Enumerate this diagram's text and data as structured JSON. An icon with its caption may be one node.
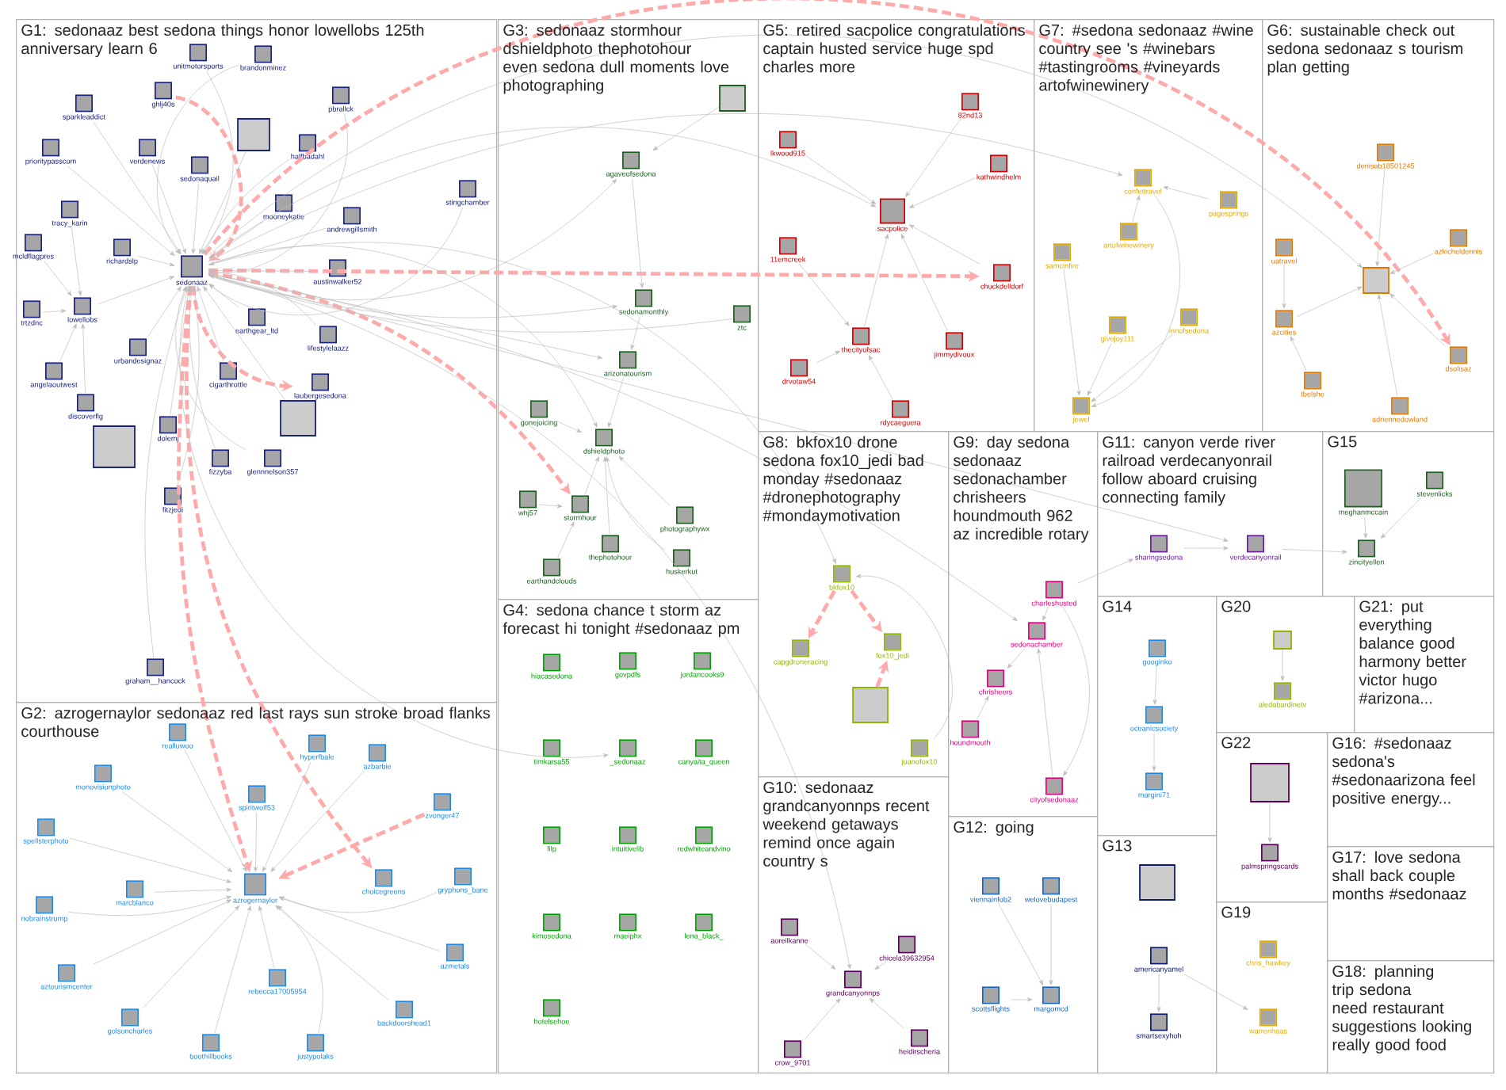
{
  "diagram": {
    "nodes": [
      {
        "text": [
          "G1: sedonaaz best sedona things honor lowellobs 125th anniversary learn 6"
        ]
      },
      {
        "text": [
          "unitmotorsports"
        ],
        "in": 0
      },
      {
        "text": [
          "brandonminez"
        ],
        "in": 0
      },
      {
        "text": [
          "ghlj40s"
        ],
        "in": 0
      },
      {
        "text": [
          "sparkleaddict"
        ],
        "in": 0
      },
      {
        "text": [
          "pbrallck"
        ],
        "in": 0
      },
      {
        "text": [],
        "shape": "box",
        "in": 0
      },
      {
        "text": [
          "halfbadahl"
        ],
        "in": 0
      },
      {
        "text": [
          "prioritypasscom"
        ],
        "in": 0
      },
      {
        "text": [
          "verdenews"
        ],
        "in": 0
      },
      {
        "text": [
          "sedonaquail"
        ],
        "in": 0
      },
      {
        "text": [
          "mooneykatie"
        ],
        "in": 0
      },
      {
        "text": [
          "andrewgillsmith"
        ],
        "in": 0
      },
      {
        "text": [
          "stingchamber"
        ],
        "in": 0
      },
      {
        "text": [
          "tracy_karin"
        ],
        "in": 0
      },
      {
        "text": [
          "mcldflagpres"
        ],
        "in": 0
      },
      {
        "text": [
          "richardslp"
        ],
        "in": 0
      },
      {
        "text": [
          "sedonaaz"
        ],
        "in": 0
      },
      {
        "text": [
          "austinwalker52"
        ],
        "in": 0
      },
      {
        "text": [
          "earthgear_ltd"
        ],
        "in": 0
      },
      {
        "text": [
          "trtzdnc"
        ],
        "in": 0
      },
      {
        "text": [
          "lowellobs"
        ],
        "in": 0
      },
      {
        "text": [
          "lifestylelaazz"
        ],
        "in": 0
      },
      {
        "text": [
          "urbandesignaz"
        ],
        "in": 0
      },
      {
        "text": [
          "angelaoutwest"
        ],
        "in": 0
      },
      {
        "text": [
          "cigarthrottle"
        ],
        "in": 0
      },
      {
        "text": [
          "laubergesedona"
        ],
        "in": 0
      },
      {
        "text": [
          "discoverflg"
        ],
        "in": 0
      },
      {
        "text": [],
        "shape": "box",
        "in": 0
      },
      {
        "text": [
          "dolemj"
        ],
        "in": 0
      },
      {
        "text": [],
        "shape": "box",
        "in": 0
      },
      {
        "text": [
          "fizzyba"
        ],
        "in": 0
      },
      {
        "text": [
          "glennnelson357"
        ],
        "in": 0
      },
      {
        "text": [
          "fitzjedi"
        ],
        "in": 0
      },
      {
        "text": [
          "graham__hancock"
        ],
        "in": 0
      },
      {
        "text": [
          "G2: azrogernaylor sedonaaz red last rays sun stroke broad flanks courthouse"
        ]
      },
      {
        "text": [
          "realluwoo"
        ],
        "in": 35
      },
      {
        "text": [
          "hyperfbale"
        ],
        "in": 35
      },
      {
        "text": [
          "monovisionphoto"
        ],
        "in": 35
      },
      {
        "text": [
          "spiritwolf53"
        ],
        "in": 35
      },
      {
        "text": [
          "azbarbie"
        ],
        "in": 35
      },
      {
        "text": [
          "zvonger47"
        ],
        "in": 35
      },
      {
        "text": [
          "spellsterphoto"
        ],
        "in": 35
      },
      {
        "text": [
          "choicegreens"
        ],
        "in": 35
      },
      {
        "text": [
          "gryphons_bane"
        ],
        "in": 35
      },
      {
        "text": [
          "marcblanco"
        ],
        "in": 35
      },
      {
        "text": [
          "azrogernaylor"
        ],
        "in": 35
      },
      {
        "text": [
          "nobrainstrump"
        ],
        "in": 35
      },
      {
        "text": [
          "azmetals"
        ],
        "in": 35
      },
      {
        "text": [
          "aztourismcenter"
        ],
        "in": 35
      },
      {
        "text": [
          "rebecca17005954"
        ],
        "in": 35
      },
      {
        "text": [
          "backdoorshead1"
        ],
        "in": 35
      },
      {
        "text": [
          "golsoncharles"
        ],
        "in": 35
      },
      {
        "text": [
          "boothillbooks"
        ],
        "in": 35
      },
      {
        "text": [
          "justypolaks"
        ],
        "in": 35
      },
      {
        "text": [
          "G3: sedonaaz stormhour dshieldphoto thephotohour even sedona dull moments love photographing"
        ]
      },
      {
        "text": [],
        "shape": "box",
        "in": 55
      },
      {
        "text": [
          "agaveofsedona"
        ],
        "in": 55
      },
      {
        "text": [
          "sedonamonthly"
        ],
        "in": 55
      },
      {
        "text": [
          "ztc"
        ],
        "in": 55
      },
      {
        "text": [
          "arizonatourism"
        ],
        "in": 55
      },
      {
        "text": [
          "gonejoicing"
        ],
        "in": 55
      },
      {
        "text": [
          "dshieldphoto"
        ],
        "in": 55
      },
      {
        "text": [
          "whj57"
        ],
        "in": 55
      },
      {
        "text": [
          "stormhour"
        ],
        "in": 55
      },
      {
        "text": [
          "photographywx"
        ],
        "in": 55
      },
      {
        "text": [
          "thephotohour"
        ],
        "in": 55
      },
      {
        "text": [
          "huskerkut"
        ],
        "in": 55
      },
      {
        "text": [
          "earthandclouds"
        ],
        "in": 55
      },
      {
        "text": [
          "G4: sedona chance t storm az forecast hi tonight #sedonaaz pm"
        ]
      },
      {
        "text": [
          "hiacasedona"
        ],
        "in": 69
      },
      {
        "text": [
          "govpdfs"
        ],
        "in": 69
      },
      {
        "text": [
          "jordancooks9"
        ],
        "in": 69
      },
      {
        "text": [
          "timkarsa55"
        ],
        "in": 69
      },
      {
        "text": [
          "_sedonaaz"
        ],
        "in": 69
      },
      {
        "text": [
          "canyaita_queen"
        ],
        "in": 69
      },
      {
        "text": [
          "filp"
        ],
        "in": 69
      },
      {
        "text": [
          "intuitivelib"
        ],
        "in": 69
      },
      {
        "text": [
          "redwhiteandvino"
        ],
        "in": 69
      },
      {
        "text": [
          "kimosedona"
        ],
        "in": 69
      },
      {
        "text": [
          "maeiphx"
        ],
        "in": 69
      },
      {
        "text": [
          "lena_black_"
        ],
        "in": 69
      },
      {
        "text": [
          "hotelsehoe"
        ],
        "in": 69
      },
      {
        "text": [
          "G5: retired sacpolice congratulations captain husted service huge spd charles more"
        ]
      },
      {
        "text": [
          "82nd13"
        ],
        "in": 83
      },
      {
        "text": [
          "lkwood915"
        ],
        "in": 83
      },
      {
        "text": [
          "kathwindhelm"
        ],
        "in": 83
      },
      {
        "text": [
          "sacpolice"
        ],
        "in": 83
      },
      {
        "text": [
          "11emcreek"
        ],
        "in": 83
      },
      {
        "text": [
          "thecityofsac"
        ],
        "in": 83
      },
      {
        "text": [
          "jimmydivoux"
        ],
        "in": 83
      },
      {
        "text": [
          "drvotaw54"
        ],
        "in": 83
      },
      {
        "text": [
          "rdycaeguera"
        ],
        "in": 83
      },
      {
        "text": [
          "chuckdelldorf"
        ],
        "in": 83
      },
      {
        "text": [
          "G6: sustainable check out sedona sedonaaz s tourism plan getting"
        ]
      },
      {
        "text": [
          "denisab18501245"
        ],
        "in": 94
      },
      {
        "text": [
          "uatravel"
        ],
        "in": 94
      },
      {
        "text": [
          "azcities"
        ],
        "in": 94
      },
      {
        "text": [],
        "shape": "box",
        "in": 94
      },
      {
        "text": [
          "azkicheldennis"
        ],
        "in": 94
      },
      {
        "text": [
          "tbelshe"
        ],
        "in": 94
      },
      {
        "text": [
          "dsolisaz"
        ],
        "in": 94
      },
      {
        "text": [
          "adriennedowland"
        ],
        "in": 94
      },
      {
        "text": [
          "G7: #sedona sedonaaz #wine country see 's #winebars #tastingrooms #vineyards artofwinewinery"
        ]
      },
      {
        "text": [
          "confettravel"
        ],
        "in": 103
      },
      {
        "text": [
          "pagesprings"
        ],
        "in": 103
      },
      {
        "text": [
          "samcinfire"
        ],
        "in": 103
      },
      {
        "text": [
          "artofwinewinery"
        ],
        "in": 103
      },
      {
        "text": [
          "givejoy111"
        ],
        "in": 103
      },
      {
        "text": [
          "innofsedona"
        ],
        "in": 103
      },
      {
        "text": [
          "jewel"
        ],
        "in": 103
      },
      {
        "text": [
          "G8: bkfox10 drone sedona fox10_jedi bad monday #sedonaaz #dronephotography #mondaymotivation"
        ]
      },
      {
        "text": [
          "bkfox10"
        ],
        "in": 111
      },
      {
        "text": [
          "capgdroneracing"
        ],
        "in": 111
      },
      {
        "text": [
          "fox10_jedi"
        ],
        "in": 111
      },
      {
        "text": [],
        "shape": "box",
        "in": 111
      },
      {
        "text": [
          "juanofox10"
        ],
        "in": 111
      },
      {
        "text": [
          "G9: day sedona sedonaaz sedonachamber chrisheers houndmouth 962 az incredible rotary"
        ]
      },
      {
        "text": [
          "houndmouth"
        ],
        "in": 117
      },
      {
        "text": [
          "charleshusted"
        ],
        "in": 117
      },
      {
        "text": [
          "sedonachamber"
        ],
        "in": 117
      },
      {
        "text": [
          "chrisheers"
        ],
        "in": 117
      },
      {
        "text": [
          "cityofsedonaaz"
        ],
        "in": 117
      },
      {
        "text": [
          "G10: sedonaaz grandcanyonnps recent weekend getaways remind once again country s"
        ]
      },
      {
        "text": [
          "aoreilkanne"
        ],
        "in": 123
      },
      {
        "text": [
          "grandcanyonnps"
        ],
        "in": 123
      },
      {
        "text": [
          "chicela39632954"
        ],
        "in": 123
      },
      {
        "text": [
          "heidirscheria"
        ],
        "in": 123
      },
      {
        "text": [
          "crow_9701"
        ],
        "in": 123
      },
      {
        "text": [
          "G11: canyon verde river railroad verdecanyonrail follow aboard cruising connecting family"
        ]
      },
      {
        "text": [
          "sharingsedona"
        ],
        "in": 129
      },
      {
        "text": [
          "verdecanyonrail"
        ],
        "in": 129
      },
      {
        "text": [
          "G12: going"
        ]
      },
      {
        "text": [
          "viennainfob2"
        ],
        "in": 132
      },
      {
        "text": [
          "welovebudapest"
        ],
        "in": 132
      },
      {
        "text": [
          "scottsflights"
        ],
        "in": 132
      },
      {
        "text": [
          "margomcd"
        ],
        "in": 132
      },
      {
        "text": [
          "G13"
        ]
      },
      {
        "text": [],
        "shape": "box",
        "in": 137
      },
      {
        "text": [
          "americanyamel"
        ],
        "in": 137
      },
      {
        "text": [
          "smartsexyhoh"
        ],
        "in": 137
      },
      {
        "text": [
          "G14"
        ]
      },
      {
        "text": [
          "googinko"
        ],
        "in": 141
      },
      {
        "text": [
          "oceanicsociety"
        ],
        "in": 141
      },
      {
        "text": [
          "margini71"
        ],
        "in": 141
      },
      {
        "text": [
          "G15"
        ]
      },
      {
        "text": [
          "meghanmccain"
        ],
        "in": 145
      },
      {
        "text": [
          "stevenlicks"
        ],
        "in": 145
      },
      {
        "text": [
          "zincityellen"
        ],
        "in": 145
      },
      {
        "text": [
          "G16: #sedonaaz sedona's #sedonaarizona feel positive energy..."
        ]
      },
      {
        "text": [
          "G17: love sedona shall back couple months #sedonaaz"
        ]
      },
      {
        "text": [
          "G18: planning trip sedona need restaurant suggestions looking really good food"
        ]
      },
      {
        "text": [
          "G19"
        ]
      },
      {
        "text": [
          "chris_hawkey"
        ],
        "in": 152
      },
      {
        "text": [
          "warrenhaas"
        ],
        "in": 152
      },
      {
        "text": [
          "G20"
        ]
      },
      {
        "text": [],
        "shape": "box",
        "in": 155
      },
      {
        "text": [
          "aledabardinetv"
        ],
        "in": 155
      },
      {
        "text": [
          "G21: put everything balance good harmony better victor hugo #arizona..."
        ]
      },
      {
        "text": [
          "G22"
        ]
      },
      {
        "text": [],
        "shape": "box",
        "in": 159
      },
      {
        "text": [
          "palmspringscards"
        ],
        "in": 159
      }
    ],
    "edges": [
      {
        "from": 1,
        "to": 17,
        "arrow": "to"
      },
      {
        "from": 2,
        "to": 17,
        "arrow": "to"
      },
      {
        "from": 4,
        "to": 17,
        "arrow": "to"
      },
      {
        "from": 5,
        "to": 17,
        "arrow": "to"
      },
      {
        "from": 6,
        "to": 17,
        "arrow": "to"
      },
      {
        "from": 7,
        "to": 17,
        "arrow": "to"
      },
      {
        "from": 8,
        "to": 17,
        "arrow": "to"
      },
      {
        "from": 9,
        "to": 17,
        "arrow": "to"
      },
      {
        "from": 10,
        "to": 17,
        "arrow": "to"
      },
      {
        "from": 11,
        "to": 17,
        "arrow": "to"
      },
      {
        "from": 12,
        "to": 17,
        "arrow": "to"
      },
      {
        "from": 13,
        "to": 17,
        "arrow": "to"
      },
      {
        "from": 16,
        "to": 17,
        "arrow": "to"
      },
      {
        "from": 18,
        "to": 17,
        "arrow": "to"
      },
      {
        "from": 19,
        "to": 17,
        "arrow": "to"
      },
      {
        "from": 22,
        "to": 17,
        "arrow": "to"
      },
      {
        "from": 23,
        "to": 17,
        "arrow": "to"
      },
      {
        "from": 25,
        "to": 17,
        "arrow": "to"
      },
      {
        "from": 28,
        "to": 17,
        "arrow": "to"
      },
      {
        "from": 29,
        "to": 17,
        "arrow": "to"
      },
      {
        "from": 31,
        "to": 17,
        "arrow": "to"
      },
      {
        "from": 32,
        "to": 17,
        "arrow": "to"
      },
      {
        "from": 33,
        "to": 17,
        "arrow": "to"
      },
      {
        "from": 34,
        "to": 17,
        "arrow": "to"
      },
      {
        "from": 21,
        "to": 17,
        "arrow": "to"
      },
      {
        "from": 3,
        "to": 17,
        "arrow": "to",
        "style": "dashed",
        "color": "#ffaaaa"
      },
      {
        "from": 14,
        "to": 21,
        "arrow": "to"
      },
      {
        "from": 15,
        "to": 21,
        "arrow": "to"
      },
      {
        "from": 20,
        "to": 21,
        "arrow": "to"
      },
      {
        "from": 24,
        "to": 21,
        "arrow": "to"
      },
      {
        "from": 27,
        "to": 21,
        "arrow": "to"
      },
      {
        "from": 17,
        "to": 26,
        "arrow": "to",
        "style": "dashed",
        "color": "#ffaaaa"
      },
      {
        "from": 17,
        "to": 46,
        "arrow": "to",
        "style": "dashed",
        "color": "#ffaaaa"
      },
      {
        "from": 17,
        "to": 43,
        "arrow": "to",
        "style": "dashed",
        "color": "#ffaaaa"
      },
      {
        "from": 17,
        "to": 101,
        "arrow": "to",
        "style": "dashed",
        "color": "#ffaaaa"
      },
      {
        "from": 17,
        "to": 93,
        "arrow": "to",
        "style": "dashed",
        "color": "#ffaaaa"
      },
      {
        "from": 17,
        "to": 64,
        "arrow": "to",
        "style": "dashed",
        "color": "#ffaaaa"
      },
      {
        "from": 17,
        "to": 57,
        "arrow": "to"
      },
      {
        "from": 17,
        "to": 58,
        "arrow": "to"
      },
      {
        "from": 17,
        "to": 60,
        "arrow": "to"
      },
      {
        "from": 17,
        "to": 62,
        "arrow": "to"
      },
      {
        "from": 17,
        "to": 87,
        "arrow": "to"
      },
      {
        "from": 17,
        "to": 104,
        "arrow": "to"
      },
      {
        "from": 17,
        "to": 98,
        "arrow": "to"
      },
      {
        "from": 17,
        "to": 120,
        "arrow": "to"
      },
      {
        "from": 17,
        "to": 112,
        "arrow": "to"
      },
      {
        "from": 17,
        "to": 74,
        "arrow": "to"
      },
      {
        "from": 17,
        "to": 125,
        "arrow": "to"
      },
      {
        "from": 17,
        "to": 131,
        "arrow": "to"
      },
      {
        "from": 59,
        "to": 17,
        "arrow": "to"
      },
      {
        "from": 36,
        "to": 46,
        "arrow": "to"
      },
      {
        "from": 37,
        "to": 46,
        "arrow": "to"
      },
      {
        "from": 38,
        "to": 46,
        "arrow": "to"
      },
      {
        "from": 39,
        "to": 46,
        "arrow": "to"
      },
      {
        "from": 40,
        "to": 46,
        "arrow": "to"
      },
      {
        "from": 42,
        "to": 46,
        "arrow": "to"
      },
      {
        "from": 44,
        "to": 46,
        "arrow": "to"
      },
      {
        "from": 45,
        "to": 46,
        "arrow": "to"
      },
      {
        "from": 47,
        "to": 46,
        "arrow": "to"
      },
      {
        "from": 48,
        "to": 46,
        "arrow": "to"
      },
      {
        "from": 49,
        "to": 46,
        "arrow": "to"
      },
      {
        "from": 50,
        "to": 46,
        "arrow": "to"
      },
      {
        "from": 51,
        "to": 46,
        "arrow": "to"
      },
      {
        "from": 52,
        "to": 46,
        "arrow": "to"
      },
      {
        "from": 53,
        "to": 46,
        "arrow": "to"
      },
      {
        "from": 54,
        "to": 46,
        "arrow": "to"
      },
      {
        "from": 41,
        "to": 46,
        "arrow": "to",
        "style": "dashed",
        "color": "#ffaaaa"
      },
      {
        "from": 56,
        "to": 57,
        "arrow": "to"
      },
      {
        "from": 57,
        "to": 58,
        "arrow": "to"
      },
      {
        "from": 58,
        "to": 60,
        "arrow": "to"
      },
      {
        "from": 60,
        "to": 62,
        "arrow": "to"
      },
      {
        "from": 61,
        "to": 62,
        "arrow": "to"
      },
      {
        "from": 63,
        "to": 64,
        "arrow": "to"
      },
      {
        "from": 65,
        "to": 62,
        "arrow": "to"
      },
      {
        "from": 66,
        "to": 62,
        "arrow": "to"
      },
      {
        "from": 67,
        "to": 62,
        "arrow": "to"
      },
      {
        "from": 68,
        "to": 64,
        "arrow": "to"
      },
      {
        "from": 64,
        "to": 62,
        "arrow": "to"
      },
      {
        "from": 84,
        "to": 87,
        "arrow": "to"
      },
      {
        "from": 85,
        "to": 87,
        "arrow": "to"
      },
      {
        "from": 86,
        "to": 87,
        "arrow": "to"
      },
      {
        "from": 88,
        "to": 89,
        "arrow": "to"
      },
      {
        "from": 89,
        "to": 87,
        "arrow": "to"
      },
      {
        "from": 90,
        "to": 87,
        "arrow": "to"
      },
      {
        "from": 91,
        "to": 89,
        "arrow": "to"
      },
      {
        "from": 92,
        "to": 89,
        "arrow": "to"
      },
      {
        "from": 93,
        "to": 87,
        "arrow": "to"
      },
      {
        "from": 95,
        "to": 98,
        "arrow": "to"
      },
      {
        "from": 96,
        "to": 97,
        "arrow": "to"
      },
      {
        "from": 97,
        "to": 98,
        "arrow": "to"
      },
      {
        "from": 99,
        "to": 98,
        "arrow": "to"
      },
      {
        "from": 100,
        "to": 97,
        "arrow": "to"
      },
      {
        "from": 101,
        "to": 98,
        "arrow": "to"
      },
      {
        "from": 102,
        "to": 98,
        "arrow": "to"
      },
      {
        "from": 104,
        "to": 110,
        "arrow": "to"
      },
      {
        "from": 106,
        "to": 110,
        "arrow": "to"
      },
      {
        "from": 107,
        "to": 104,
        "arrow": "to"
      },
      {
        "from": 108,
        "to": 110,
        "arrow": "to"
      },
      {
        "from": 109,
        "to": 110,
        "arrow": "to"
      },
      {
        "from": 105,
        "to": 104,
        "arrow": "to"
      },
      {
        "from": 112,
        "to": 113,
        "arrow": "to",
        "style": "dashed",
        "color": "#ffaaaa"
      },
      {
        "from": 112,
        "to": 114,
        "arrow": "to",
        "style": "dashed",
        "color": "#ffaaaa"
      },
      {
        "from": 115,
        "to": 114,
        "arrow": "to",
        "style": "dashed",
        "color": "#ffaaaa"
      },
      {
        "from": 116,
        "to": 112,
        "arrow": "to"
      },
      {
        "from": 118,
        "to": 121,
        "arrow": "to"
      },
      {
        "from": 119,
        "to": 120,
        "arrow": "to"
      },
      {
        "from": 120,
        "to": 121,
        "arrow": "to"
      },
      {
        "from": 122,
        "to": 120,
        "arrow": "to"
      },
      {
        "from": 119,
        "to": 122,
        "arrow": "to"
      },
      {
        "from": 124,
        "to": 125,
        "arrow": "to"
      },
      {
        "from": 126,
        "to": 125,
        "arrow": "to"
      },
      {
        "from": 127,
        "to": 125,
        "arrow": "to"
      },
      {
        "from": 128,
        "to": 125,
        "arrow": "to"
      },
      {
        "from": 130,
        "to": 131,
        "arrow": "to"
      },
      {
        "from": 119,
        "to": 130,
        "arrow": "to"
      },
      {
        "from": 131,
        "to": 148,
        "arrow": "to"
      },
      {
        "from": 133,
        "to": 136,
        "arrow": "to"
      },
      {
        "from": 134,
        "to": 136,
        "arrow": "to"
      },
      {
        "from": 135,
        "to": 136,
        "arrow": "to"
      },
      {
        "from": 139,
        "to": 140,
        "arrow": "to"
      },
      {
        "from": 139,
        "to": 154,
        "arrow": "to"
      },
      {
        "from": 142,
        "to": 143,
        "arrow": "to"
      },
      {
        "from": 143,
        "to": 144,
        "arrow": "to"
      },
      {
        "from": 146,
        "to": 148,
        "arrow": "to"
      },
      {
        "from": 147,
        "to": 148,
        "arrow": "to"
      },
      {
        "from": 156,
        "to": 157,
        "arrow": "to"
      },
      {
        "from": 160,
        "to": 161,
        "arrow": "to"
      }
    ]
  }
}
